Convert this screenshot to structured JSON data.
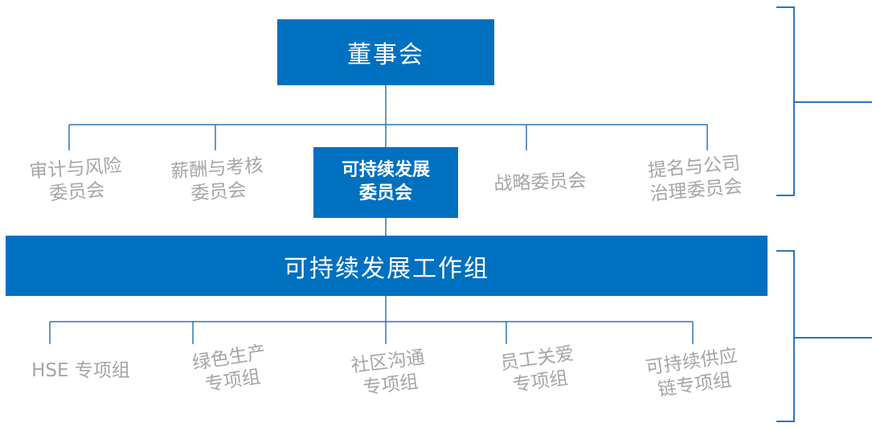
{
  "colors": {
    "primary_blue": "#0070C0",
    "connector_blue": "#2E75B6",
    "muted_text": "#A6A6A6"
  },
  "org_chart": {
    "board": {
      "label": "董事会"
    },
    "committees": [
      {
        "label": "审计与风险\n委员会",
        "emphasis": "muted"
      },
      {
        "label": "薪酬与考核\n委员会",
        "emphasis": "muted"
      },
      {
        "label": "可持续发展\n委员会",
        "emphasis": "highlight"
      },
      {
        "label": "战略委员会",
        "emphasis": "muted"
      },
      {
        "label": "提名与公司\n治理委员会",
        "emphasis": "muted"
      }
    ],
    "working_group": {
      "label": "可持续发展工作组"
    },
    "task_forces": [
      {
        "label": "HSE 专项组"
      },
      {
        "label": "绿色生产\n专项组"
      },
      {
        "label": "社区沟通\n专项组"
      },
      {
        "label": "员工关爱\n专项组"
      },
      {
        "label": "可持续供应\n链专项组"
      }
    ]
  }
}
